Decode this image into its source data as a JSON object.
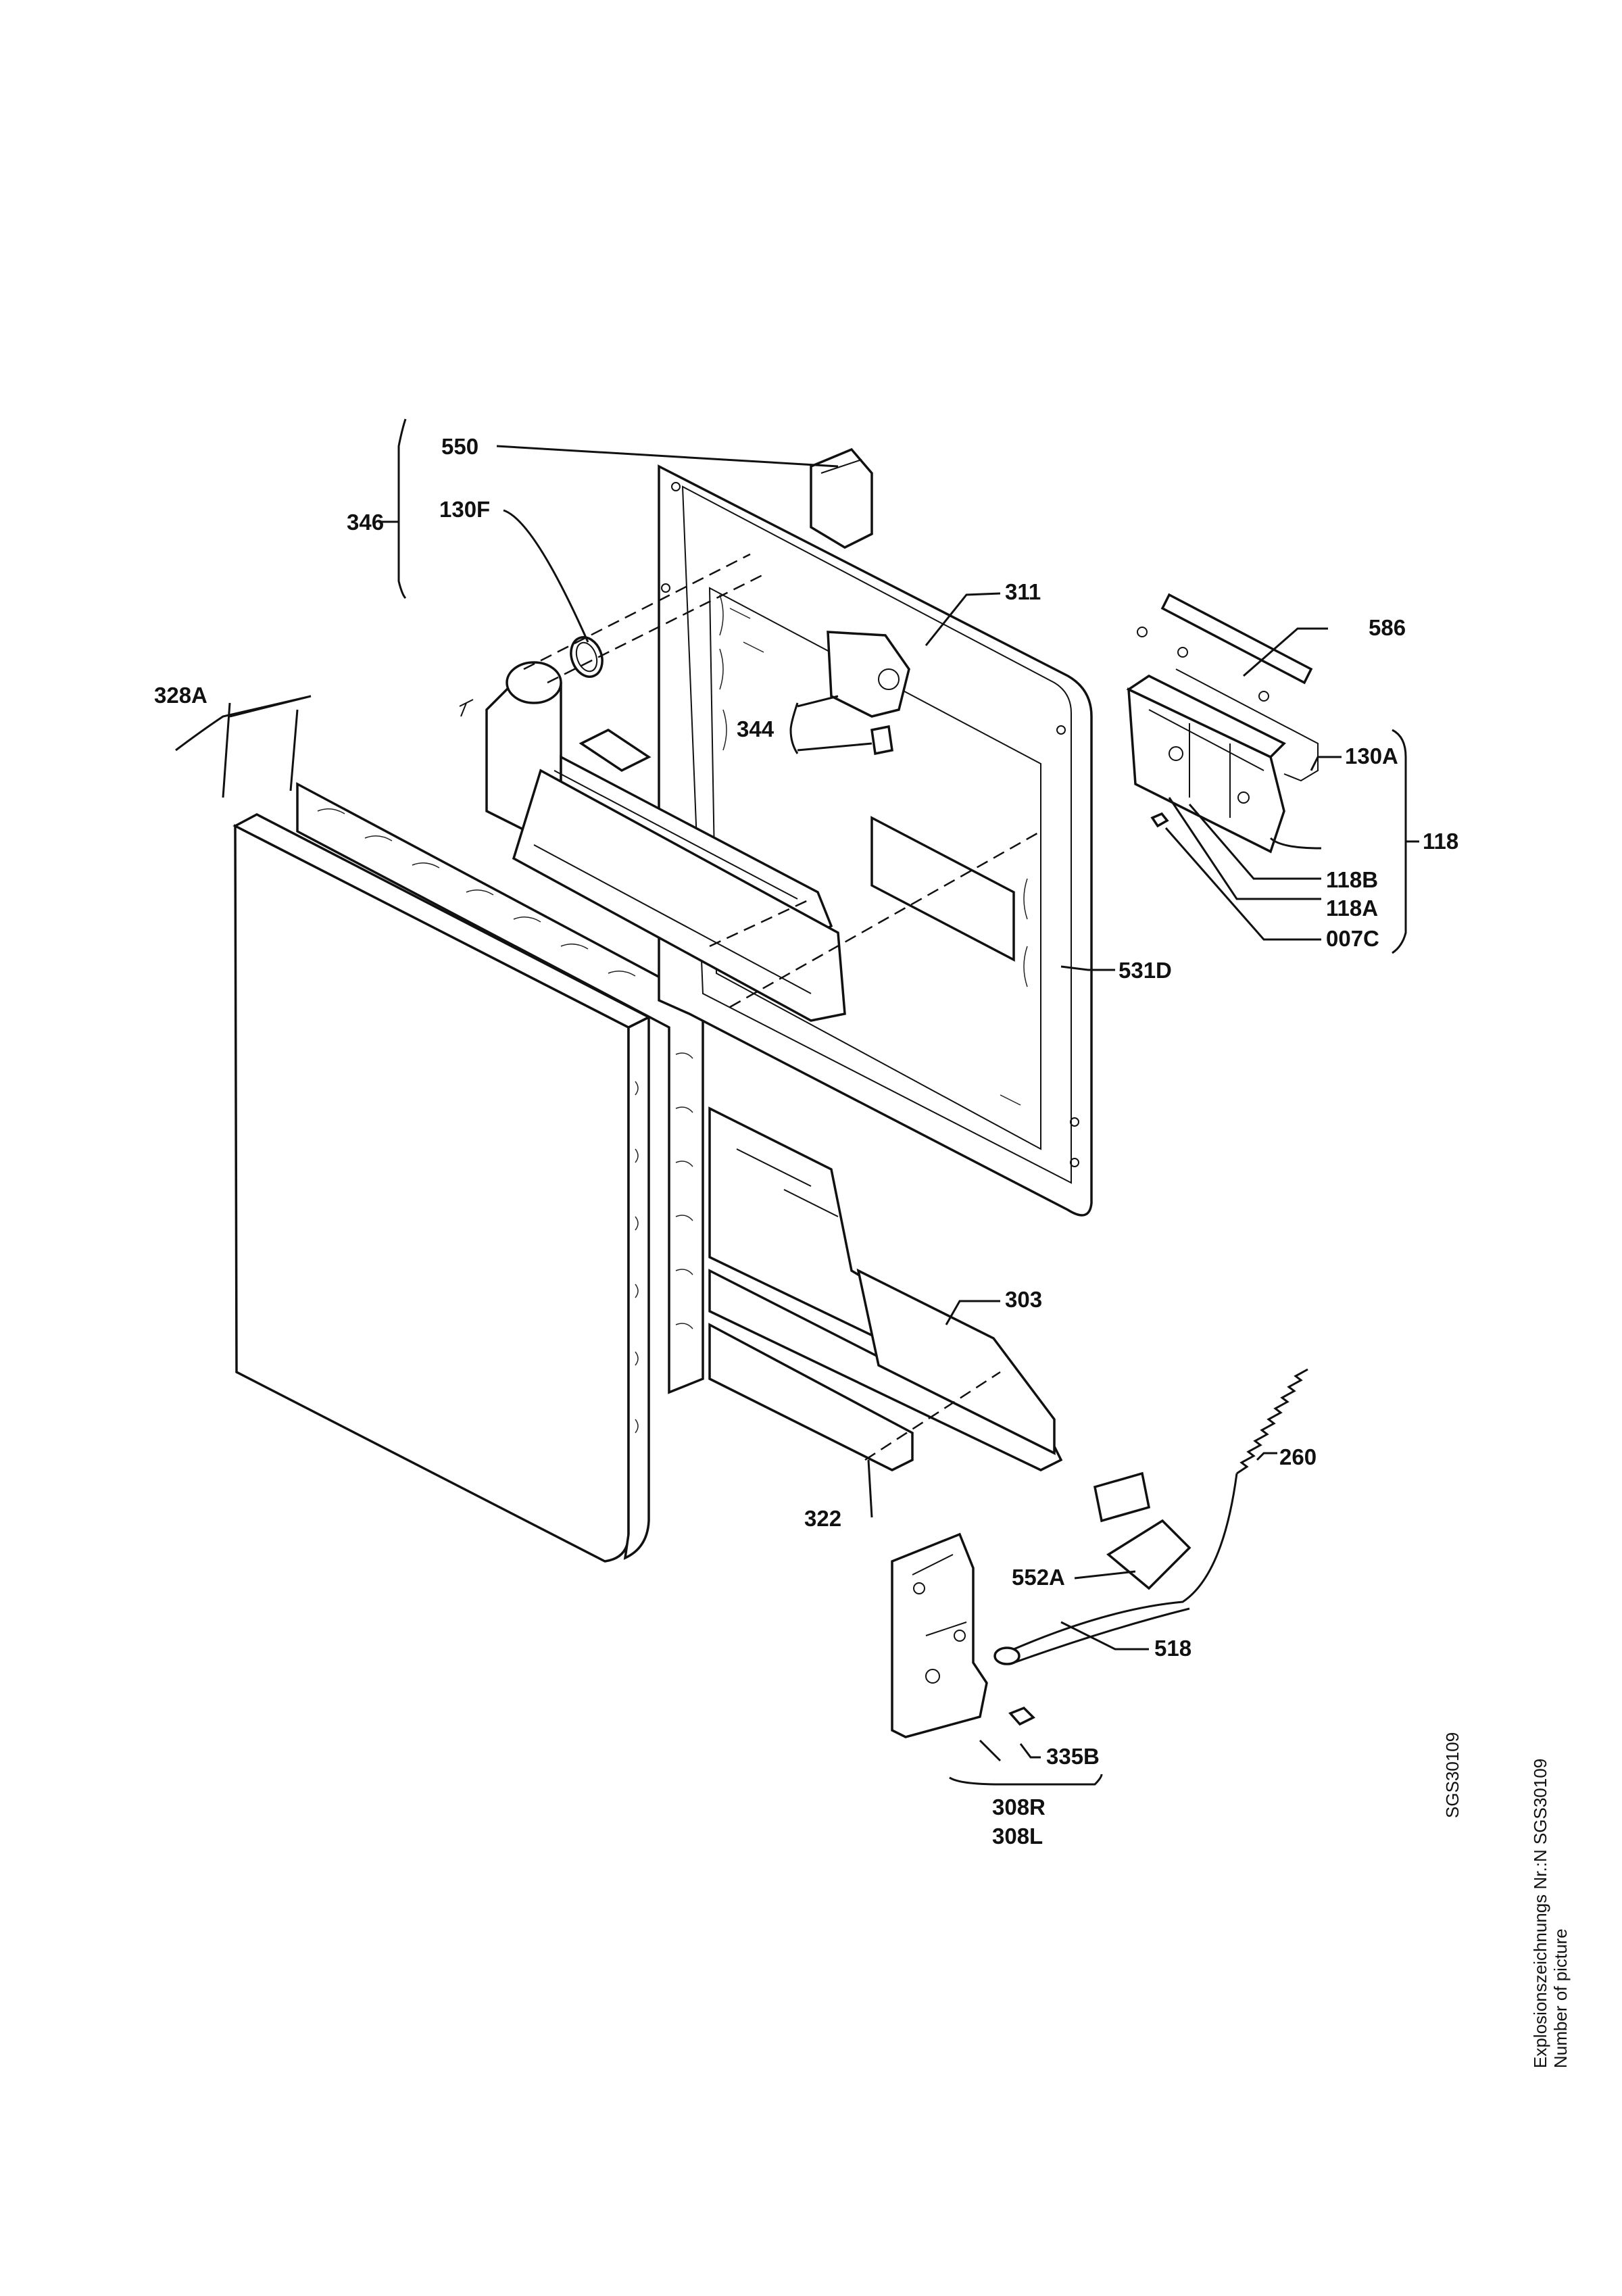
{
  "diagram": {
    "labels": {
      "l550": "550",
      "l346": "346",
      "l130F": "130F",
      "l311": "311",
      "l586": "586",
      "l328A": "328A",
      "l344": "344",
      "l130A": "130A",
      "l118": "118",
      "l118B": "118B",
      "l118A": "118A",
      "l007C": "007C",
      "l531D": "531D",
      "l303": "303",
      "l260": "260",
      "l322": "322",
      "l552A": "552A",
      "l518": "518",
      "l335B": "335B",
      "l308R": "308R",
      "l308L": "308L"
    },
    "code_vertical": "SGS30109",
    "footer": {
      "line1": "Explosionszeichnungs Nr.:N SGS30109",
      "line2": "Number of picture"
    }
  }
}
